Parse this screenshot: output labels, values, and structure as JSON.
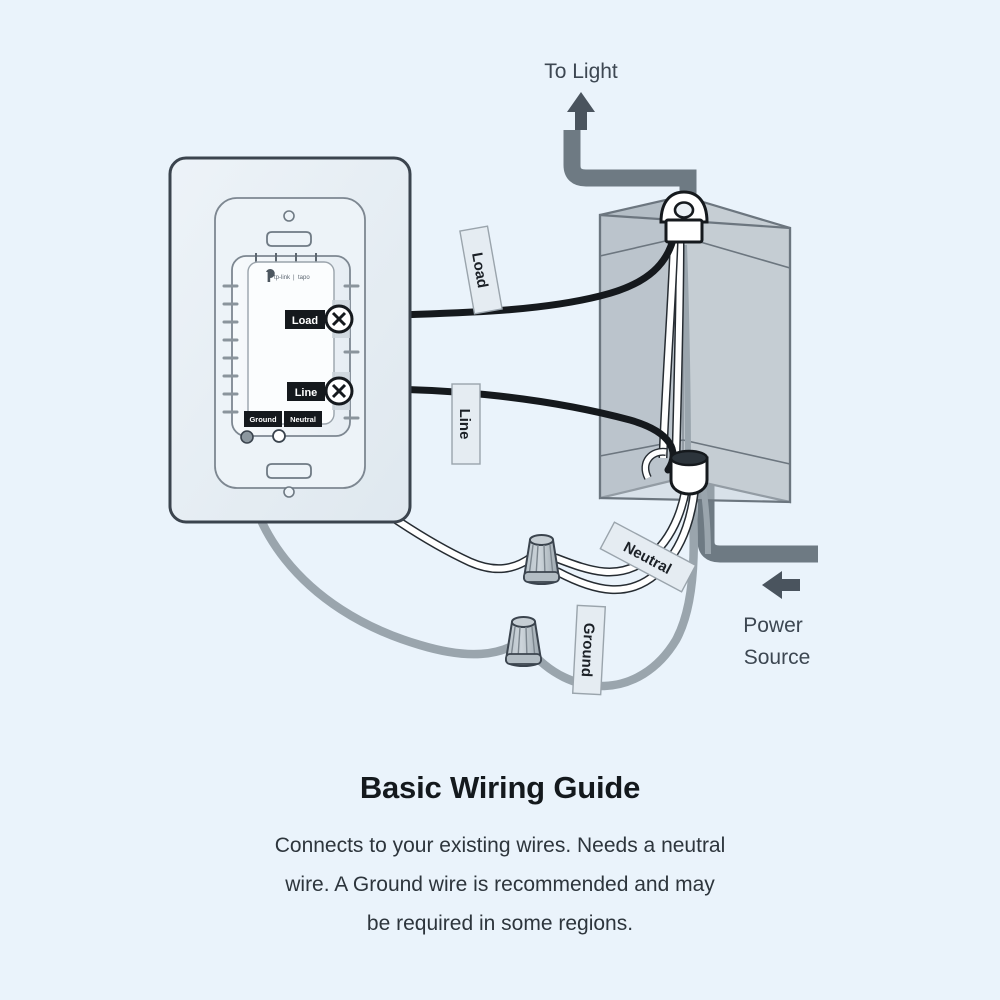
{
  "page": {
    "background_color": "#eaf3fb",
    "title": "Basic Wiring Guide"
  },
  "caption": {
    "title": "Basic Wiring Guide",
    "line1": "Connects to your existing wires. Needs a neutral",
    "line2": "wire. A Ground wire is recommended and may",
    "line3": "be required in some regions."
  },
  "annotations": {
    "to_light": "To Light",
    "power_source_line1": "Power",
    "power_source_line2": "Source"
  },
  "wire_tags": {
    "load": "Load",
    "line": "Line",
    "neutral": "Neutral",
    "ground": "Ground"
  },
  "switch": {
    "brand_primary": "tp-link",
    "brand_separator": "|",
    "brand_secondary": "tapo",
    "terminal_load": "Load",
    "terminal_line": "Line",
    "terminal_ground": "Ground",
    "terminal_neutral": "Neutral"
  },
  "colors": {
    "background": "#eaf3fb",
    "outline_dark": "#3b444e",
    "wire_black": "#15191d",
    "wire_white_fill": "#ffffff",
    "wire_ground_gray": "#9aa5ad",
    "conduit_gray": "#6e7a83",
    "box_face": "#c3ccd2",
    "box_side": "#aeb9c1",
    "plate_fill": "#e7eef4",
    "switch_fill": "#f4f8fb",
    "wirenut_gray": "#aab4bc",
    "chip_black": "#15191d",
    "tag_fill": "#e5ecf2",
    "text_dark": "#14191d",
    "text_body": "#2d353c"
  }
}
